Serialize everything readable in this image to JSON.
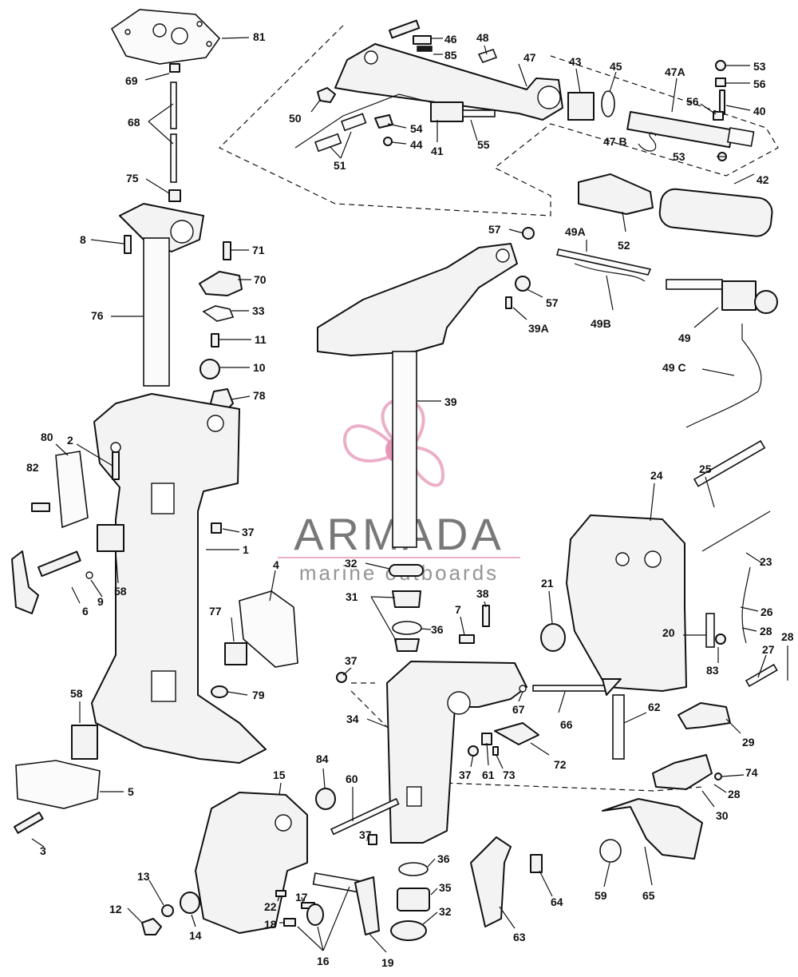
{
  "watermark": {
    "brand": "ARMADA",
    "tagline": "marine outboards",
    "logo_color": "#e9a7c3",
    "logo_center_color": "#e58bb3",
    "text_color": "#6a6a6a"
  },
  "labels": {
    "l81": "81",
    "l69": "69",
    "l68": "68",
    "l75": "75",
    "l8": "8",
    "l76": "76",
    "l71": "71",
    "l70": "70",
    "l33": "33",
    "l11": "11",
    "l10": "10",
    "l78": "78",
    "l80": "80",
    "l2": "2",
    "l82": "82",
    "l37a": "37",
    "l1": "1",
    "l6": "6",
    "l9": "9",
    "l58a": "58",
    "l4": "4",
    "l77": "77",
    "l79": "79",
    "l58b": "58",
    "l5": "5",
    "l3": "3",
    "l46": "46",
    "l85": "85",
    "l48": "48",
    "l47": "47",
    "l43": "43",
    "l45": "45",
    "l47A": "47A",
    "l53a": "53",
    "l56a": "56",
    "l56b": "56",
    "l40": "40",
    "l50": "50",
    "l54": "54",
    "l44": "44",
    "l41": "41",
    "l55": "55",
    "l51": "51",
    "l47B": "47 B",
    "l53b": "53",
    "l42": "42",
    "l52": "52",
    "l57a": "57",
    "l57b": "57",
    "l39A": "39A",
    "l49A": "49A",
    "l49B": "49B",
    "l49": "49",
    "l49C": "49 C",
    "l39": "39",
    "l24": "24",
    "l25": "25",
    "l23": "23",
    "l21": "21",
    "l26": "26",
    "l28a": "28",
    "l20": "20",
    "l83": "83",
    "l27": "27",
    "l28b": "28",
    "l32a": "32",
    "l31": "31",
    "l36a": "36",
    "l7": "7",
    "l38": "38",
    "l37b": "37",
    "l67": "67",
    "l66": "66",
    "l34": "34",
    "l62": "62",
    "l29": "29",
    "l37c": "37",
    "l61": "61",
    "l73": "73",
    "l72": "72",
    "l74": "74",
    "l28c": "28",
    "l30": "30",
    "l84": "84",
    "l60": "60",
    "l15": "15",
    "l37d": "37",
    "l36b": "36",
    "l35": "35",
    "l32b": "32",
    "l22": "22",
    "l17": "17",
    "l18": "18",
    "l16": "16",
    "l19": "19",
    "l13": "13",
    "l12": "12",
    "l14": "14",
    "l63": "63",
    "l64": "64",
    "l59": "59",
    "l65": "65"
  }
}
